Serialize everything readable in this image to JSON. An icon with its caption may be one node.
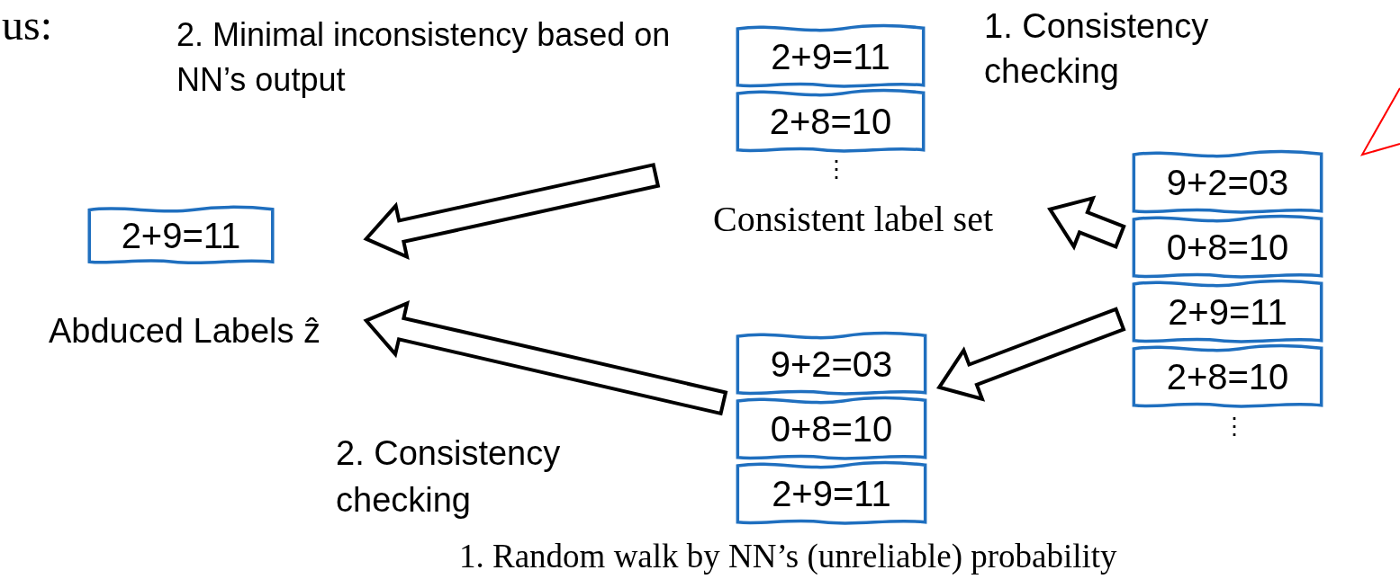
{
  "diagram": {
    "nodes": [
      {
        "text": [
          "Abduced Labels ẑ"
        ]
      },
      {
        "text": [
          "2+9=11"
        ],
        "in": 0
      },
      {
        "text": [
          "Consistent label set"
        ]
      },
      {
        "text": [
          "2+9=11"
        ],
        "in": 2
      },
      {
        "text": [
          "2+8=10"
        ],
        "in": 2,
        "beside": [
          "⋮"
        ]
      },
      {
        "text": [],
        "shape": "stack"
      },
      {
        "text": [
          "9+2=03"
        ],
        "in": 5
      },
      {
        "text": [
          "0+8=10"
        ],
        "in": 5
      },
      {
        "text": [
          "2+9=11"
        ],
        "in": 5
      },
      {
        "text": [
          "2+8=10"
        ],
        "in": 5,
        "beside": [
          "⋮"
        ]
      },
      {
        "text": [],
        "shape": "stack",
        "beside": [
          "1. Random walk by NN’s (unreliable) probability"
        ]
      },
      {
        "text": [
          "9+2=03"
        ],
        "in": 10
      },
      {
        "text": [
          "0+8=10"
        ],
        "in": 10
      },
      {
        "text": [
          "2+9=11"
        ],
        "in": 10
      }
    ],
    "edges": [
      {
        "from": 5,
        "to": 2,
        "arrow": "to",
        "label": "1. Consistency checking"
      },
      {
        "from": 2,
        "to": 0,
        "arrow": "to",
        "label": "2. Minimal inconsistency based on NN’s output"
      },
      {
        "from": 5,
        "to": 10,
        "arrow": "to"
      },
      {
        "from": 10,
        "to": 0,
        "arrow": "to",
        "label": "2. Consistency checking"
      }
    ],
    "labels": [
      "us:"
    ]
  }
}
